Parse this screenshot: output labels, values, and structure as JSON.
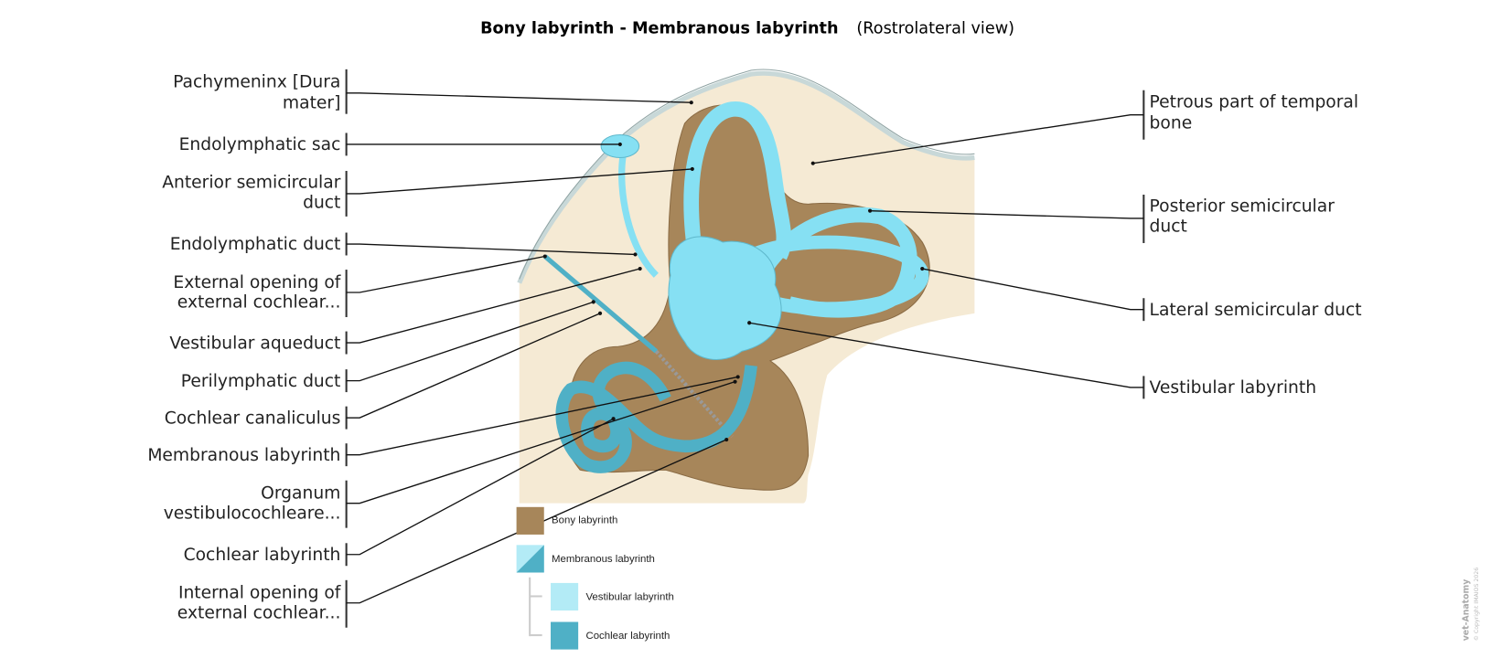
{
  "title": {
    "main": "Bony labyrinth - Membranous labyrinth",
    "view": "(Rostrolateral view)"
  },
  "labels_left": [
    {
      "lines": [
        "Pachymeninx [Dura",
        "mater]"
      ]
    },
    {
      "lines": [
        "Endolymphatic sac"
      ]
    },
    {
      "lines": [
        "Anterior semicircular",
        "duct"
      ]
    },
    {
      "lines": [
        "Endolymphatic duct"
      ]
    },
    {
      "lines": [
        "External opening of",
        "external cochlear..."
      ]
    },
    {
      "lines": [
        "Vestibular aqueduct"
      ]
    },
    {
      "lines": [
        "Perilymphatic duct"
      ]
    },
    {
      "lines": [
        "Cochlear canaliculus"
      ]
    },
    {
      "lines": [
        "Membranous labyrinth"
      ]
    },
    {
      "lines": [
        "Organum",
        "vestibulocochleare..."
      ]
    },
    {
      "lines": [
        "Cochlear labyrinth"
      ]
    },
    {
      "lines": [
        "Internal opening of",
        "external cochlear..."
      ]
    }
  ],
  "labels_right": [
    {
      "lines": [
        "Petrous part of temporal",
        "bone"
      ]
    },
    {
      "lines": [
        "Posterior semicircular",
        "duct"
      ]
    },
    {
      "lines": [
        "Lateral semicircular duct"
      ]
    },
    {
      "lines": [
        "Vestibular labyrinth"
      ]
    }
  ],
  "legend": {
    "bony": "Bony labyrinth",
    "membranous": "Membranous labyrinth",
    "vestibular": "Vestibular labyrinth",
    "cochlear": "Cochlear labyrinth"
  },
  "colors": {
    "bone_bg": "#f5ead4",
    "bony_labyrinth": "#a7865a",
    "vestibular": "#86e0f3",
    "cochlear": "#4fb0c6",
    "dura": "#dde8e8"
  },
  "watermark": {
    "brand": "vet-Anatomy",
    "copyright": "© Copyright IMAIOS 2026"
  }
}
